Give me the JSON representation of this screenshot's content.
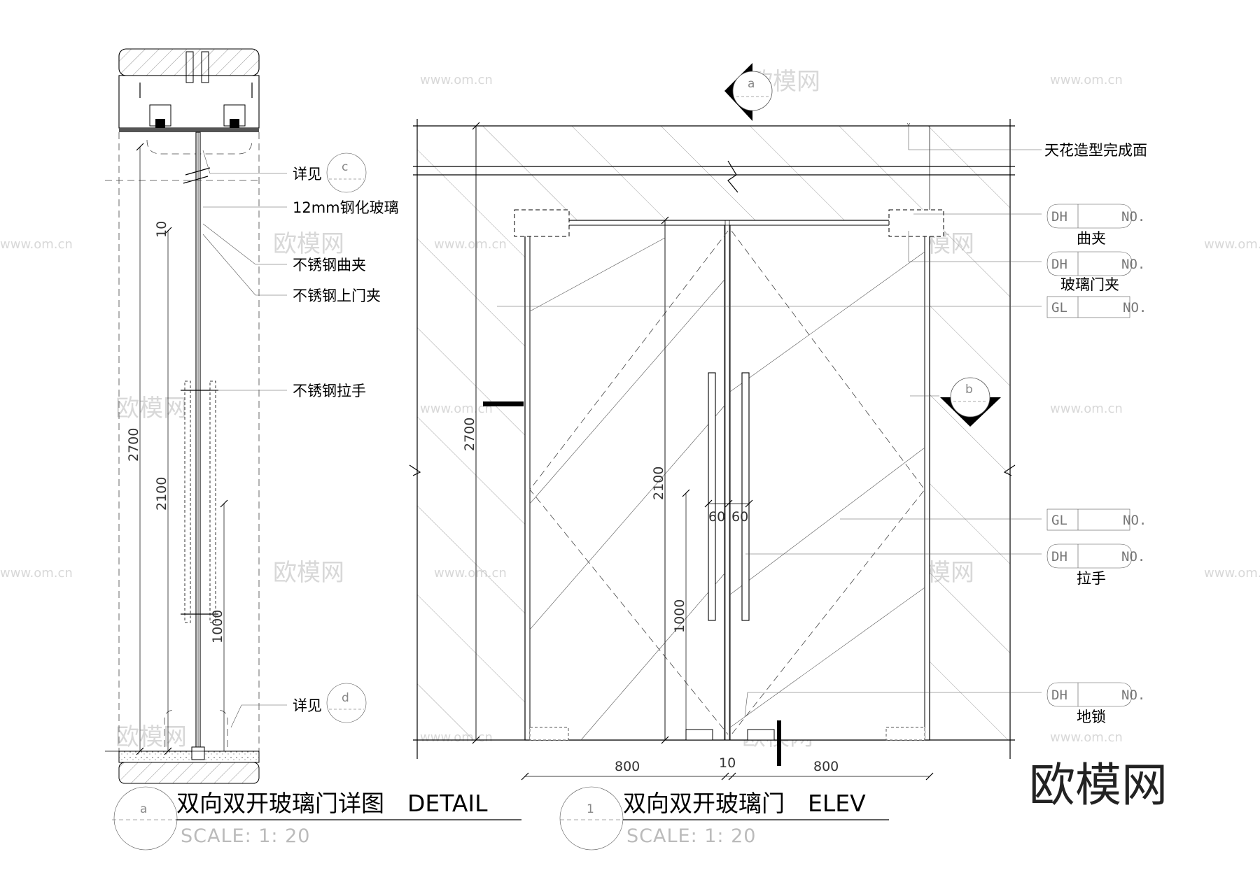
{
  "left_detail": {
    "callouts": [
      "详见",
      "12mm钢化玻璃",
      "不锈钢曲夹",
      "不锈钢上门夹",
      "不锈钢拉手",
      "详见"
    ],
    "detail_marks": [
      "c",
      "d"
    ],
    "dims": {
      "total": "2700",
      "door": "2100",
      "top_gap": "10",
      "handle": "1000"
    },
    "title_mark": "a",
    "title": "双向双开玻璃门详图　DETAIL",
    "scale": "SCALE: 1: 20"
  },
  "elevation": {
    "ceiling_label": "天花造型完成面",
    "section_marks": [
      "a",
      "b"
    ],
    "tags": [
      {
        "code": "DH",
        "no": "NO.",
        "name": "曲夹"
      },
      {
        "code": "DH",
        "no": "NO.",
        "name": "玻璃门夹"
      },
      {
        "code": "GL",
        "no": "NO.",
        "name": ""
      },
      {
        "code": "GL",
        "no": "NO.",
        "name": ""
      },
      {
        "code": "DH",
        "no": "NO.",
        "name": "拉手"
      },
      {
        "code": "DH",
        "no": "NO.",
        "name": "地锁"
      }
    ],
    "dims": {
      "height": "2700",
      "door": "2100",
      "handle": "1000",
      "handle_gap_l": "60",
      "handle_gap_r": "60",
      "leaf_l": "800",
      "gap": "10",
      "leaf_r": "800"
    },
    "title_mark": "1",
    "title": "双向双开玻璃门　ELEV",
    "scale": "SCALE: 1: 20"
  },
  "watermark": {
    "brand": "欧模网",
    "url": "www.om.cn"
  },
  "logo": "欧模网"
}
